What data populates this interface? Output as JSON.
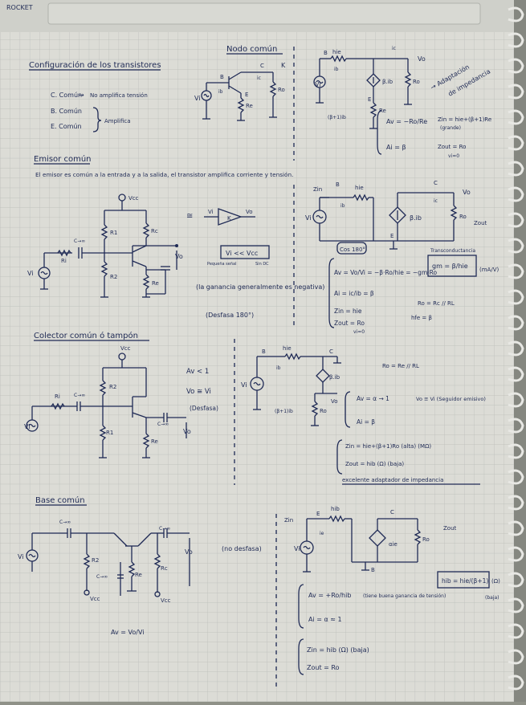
{
  "header": {
    "brand": "ROCKET"
  },
  "title": "Configuración de los transistores",
  "summary": {
    "cc": "C. Común",
    "cc_note": "No amplifica tensión",
    "cb": "B. Común",
    "ce": "E. Común",
    "amp": "Amplifica"
  },
  "nodo": {
    "heading": "Nodo común",
    "eq1": "Av = −Ro/Re",
    "eq1b": "Zin = hie+(β+1)Re",
    "eq1c": "(grande)",
    "eq2": "Ai = β",
    "eq2b": "Zout = Ro",
    "eq2c": "vi=0",
    "adapt1": "→ Adaptación",
    "adapt2": "de impedancia"
  },
  "ce": {
    "heading": "Emisor común",
    "sentence": "El emisor es común a la entrada y a la salida, el transistor amplifica corriente y tensión.",
    "vi_vcc": "Vi << Vcc",
    "small": "Pequeña señal",
    "nodc": "Sin DC",
    "gain_note": "(la ganancia generalmente es negativa)",
    "phase": "(Desfasa 180°)",
    "cos": "Cos 180°",
    "av": "Av = Vo/Vi = −β·Ro/hie = −gm·Ro",
    "ai": "Ai = ic/ib = β",
    "zin": "Zin = hie",
    "zout": "Zout = Ro",
    "zout_sub": "vi=0",
    "gm_label": "Transconductancia",
    "gm": "gm = β/hie",
    "gm_unit": "(mA/V)",
    "ro": "Ro = Rc // RL",
    "hfe": "hfe = β"
  },
  "cc": {
    "heading": "Colector común ó tampón",
    "av": "Av < 1",
    "vo": "Vo ≅ Vi",
    "phase": "(Desfasa)",
    "ro": "Ro = Re // RL",
    "av2": "Av = α → 1",
    "av2b": "Vo ≅ Vi (Seguidor emisivo)",
    "ai": "Ai = β",
    "zin": "Zin = hie+(β+1)Ro (alta) (MΩ)",
    "zout": "Zout = hib (Ω) (baja)",
    "adapt": "excelente adaptador de impedancia"
  },
  "cb": {
    "heading": "Base común",
    "nophase": "(no desfasa)",
    "av": "Av = +Ro/hib",
    "av_note": "(tiene buena ganancia de tensión)",
    "ai": "Ai = α ≈ 1",
    "zin": "Zin = hib (Ω) (baja)",
    "zout": "Zout = Ro",
    "hib": "hib = hie/(β+1)",
    "hib_unit": "(Ω)",
    "hib_note": "(baja)",
    "av_bottom": "Av = Vo/Vi"
  },
  "labels": {
    "vcc": "Vcc",
    "r1": "R1",
    "r2": "R2",
    "rc": "Rc",
    "re": "Re",
    "ro": "Ro",
    "rl": "RL",
    "ri": "Ri",
    "vi": "Vi",
    "vo": "Vo",
    "b": "B",
    "c": "C",
    "e": "E",
    "k": "K",
    "hie": "hie",
    "hib": "hib",
    "ib": "ib",
    "ie": "ie",
    "ic": "ic",
    "bib": "β.ib",
    "bib2": "β.ib",
    "aie": "αie",
    "cinf": "C→∞",
    "zout": "Zout",
    "zin": "Zin"
  }
}
